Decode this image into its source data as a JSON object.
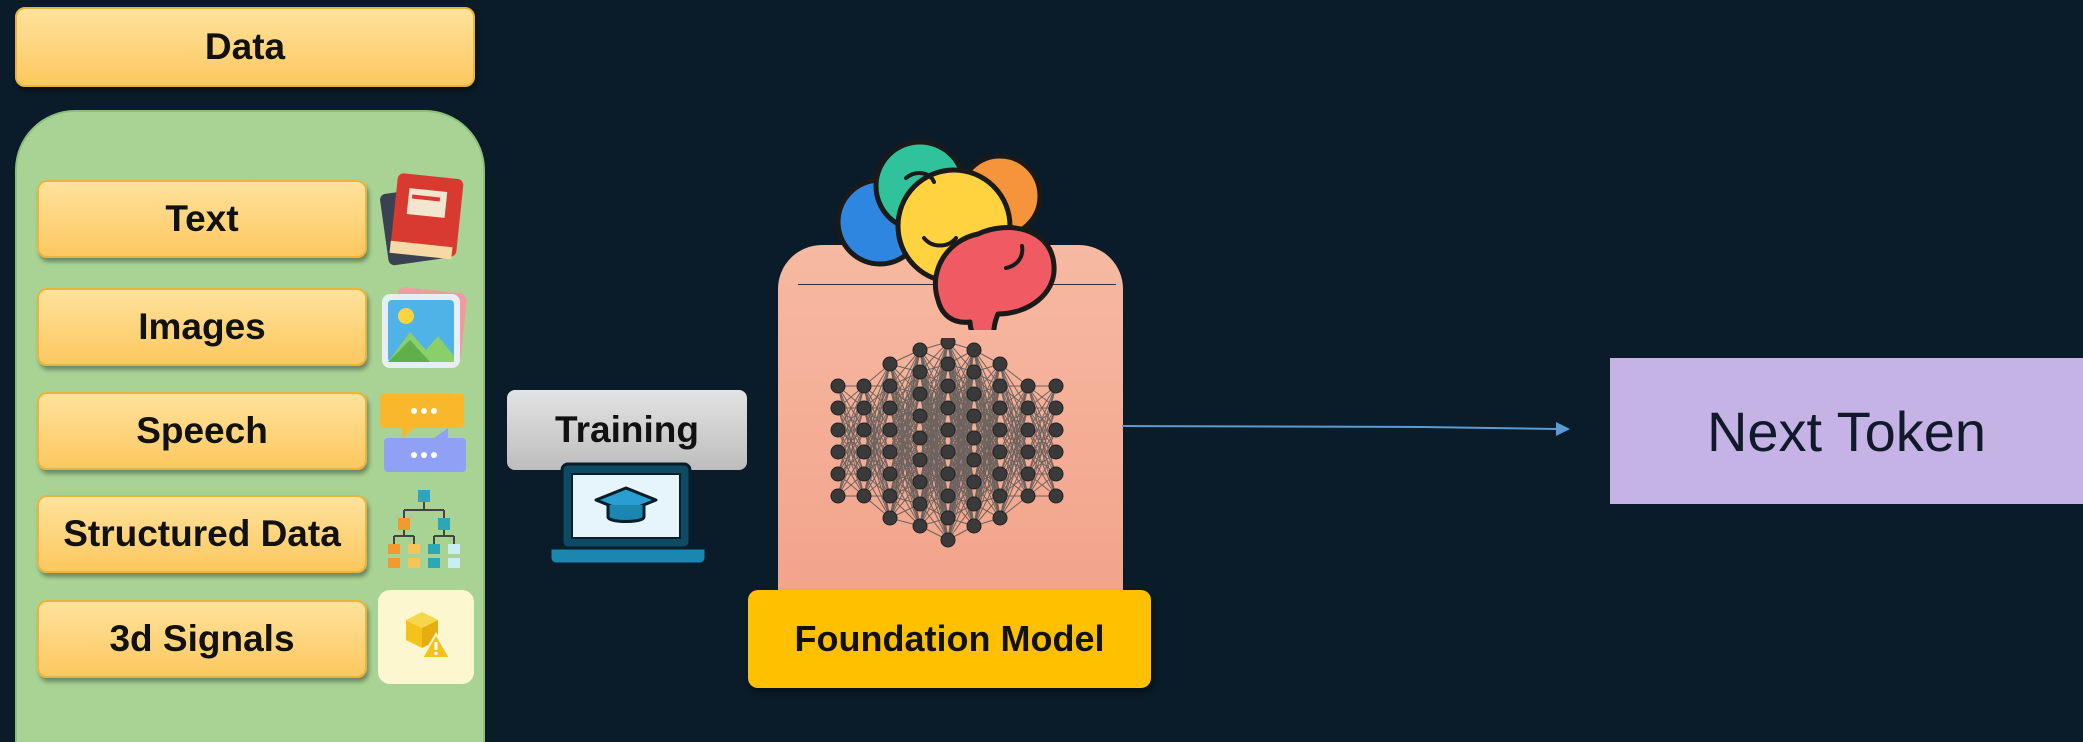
{
  "data_header": "Data",
  "data_sources": [
    {
      "label": "Text",
      "icon": "book-icon"
    },
    {
      "label": "Images",
      "icon": "image-icon"
    },
    {
      "label": "Speech",
      "icon": "speech-bubbles-icon"
    },
    {
      "label": "Structured Data",
      "icon": "hierarchy-icon"
    },
    {
      "label": "3d Signals",
      "icon": "3d-box-warning-icon"
    }
  ],
  "training_label": "Training",
  "training_icon": "laptop-graduation-cap-icon",
  "model_icons": [
    "brain-icon",
    "neural-network-icon"
  ],
  "model_label": "Foundation Model",
  "output_label": "Next Token",
  "colors": {
    "background": "#0a1b29",
    "data_panel": "#a9d394",
    "label_yellow": "#fcc85f",
    "model_body": "#f2a38b",
    "model_label_bg": "#ffc000",
    "arrow": "#5b9bd5",
    "output_bg": "#c5b3e6"
  }
}
